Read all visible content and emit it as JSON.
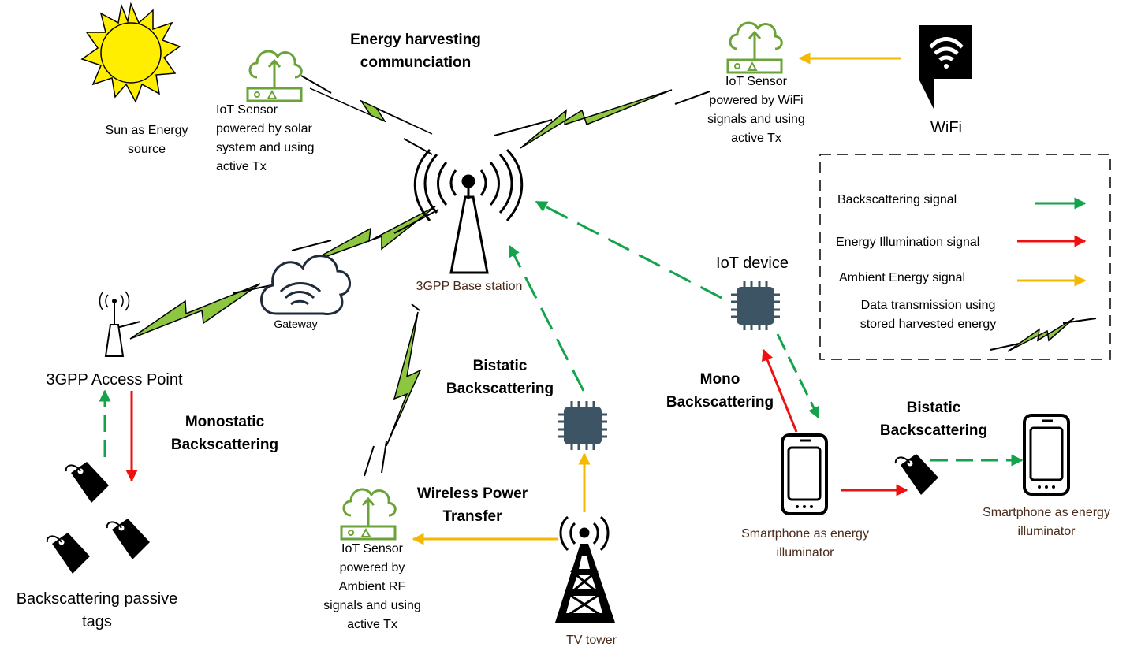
{
  "labels": {
    "sun": "Sun as Energy\nsource",
    "energy_harvesting": "Energy harvesting\ncommunciation",
    "iot_solar": "IoT Sensor\npowered by solar\nsystem and using\nactive Tx",
    "iot_wifi": "IoT Sensor\npowered by WiFi\nsignals and using\nactive Tx",
    "wifi": "WiFi",
    "base_station": "3GPP Base station",
    "gateway": "Gateway",
    "access_point": "3GPP Access Point",
    "monostatic": "Monostatic\nBackscattering",
    "passive_tags": "Backscattering passive\ntags",
    "bistatic_center": "Bistatic\nBackscattering",
    "iot_device": "IoT device",
    "mono": "Mono\nBackscattering",
    "bistatic_right": "Bistatic\nBackscattering",
    "wireless_power": "Wireless Power\nTransfer",
    "iot_ambient": "IoT Sensor\npowered by\nAmbient RF\nsignals and using\nactive Tx",
    "tv_tower": "TV tower",
    "smartphone_1": "Smartphone as energy\nilluminator",
    "smartphone_2": "Smartphone as energy\nilluminator"
  },
  "legend": {
    "backscatter": "Backscattering signal",
    "energy_illum": "Energy Illumination signal",
    "ambient": "Ambient Energy signal",
    "data_tx": "Data transmission using\nstored harvested energy"
  },
  "colors": {
    "backscatter": "#13a34b",
    "energy_illum": "#ee1111",
    "ambient": "#f5b800",
    "lightning": "#8dc63f",
    "chip": "#3d5465",
    "router": "#6aa338",
    "sun": "#ffee00"
  },
  "icons": [
    "sun-icon",
    "router-cloud-icon",
    "wifi-icon",
    "antenna-icon",
    "cloud-wifi-icon",
    "chip-icon",
    "tag-icon",
    "smartphone-icon",
    "tv-tower-icon",
    "lightning-icon"
  ]
}
